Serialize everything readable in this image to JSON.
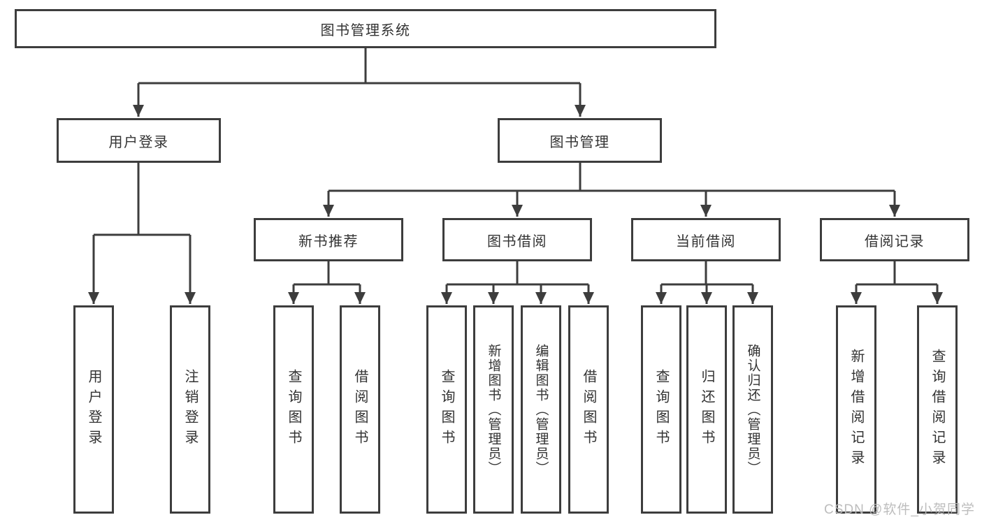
{
  "diagram_type": "hierarchy-tree",
  "hierarchy": {
    "label": "图书管理系统",
    "children": [
      {
        "label": "用户登录",
        "children": [
          {
            "label": "用户登录"
          },
          {
            "label": "注销登录"
          }
        ]
      },
      {
        "label": "图书管理",
        "children": [
          {
            "label": "新书推荐",
            "children": [
              {
                "label": "查询图书"
              },
              {
                "label": "借阅图书"
              }
            ]
          },
          {
            "label": "图书借阅",
            "children": [
              {
                "label": "查询图书"
              },
              {
                "label": "新增图书（管理员）"
              },
              {
                "label": "编辑图书（管理员）"
              },
              {
                "label": "借阅图书"
              }
            ]
          },
          {
            "label": "当前借阅",
            "children": [
              {
                "label": "查询图书"
              },
              {
                "label": "归还图书"
              },
              {
                "label": "确认归还（管理员）"
              }
            ]
          },
          {
            "label": "借阅记录",
            "children": [
              {
                "label": "新增借阅记录"
              },
              {
                "label": "查询借阅记录"
              }
            ]
          }
        ]
      }
    ]
  },
  "watermark": {
    "text": "CSDN @软件_小贺同学"
  },
  "colors": {
    "line": "#3d3d3d",
    "box_border": "#3d3d3d",
    "text": "#333333",
    "background": "#ffffff",
    "watermark": "#b9b9b9"
  }
}
